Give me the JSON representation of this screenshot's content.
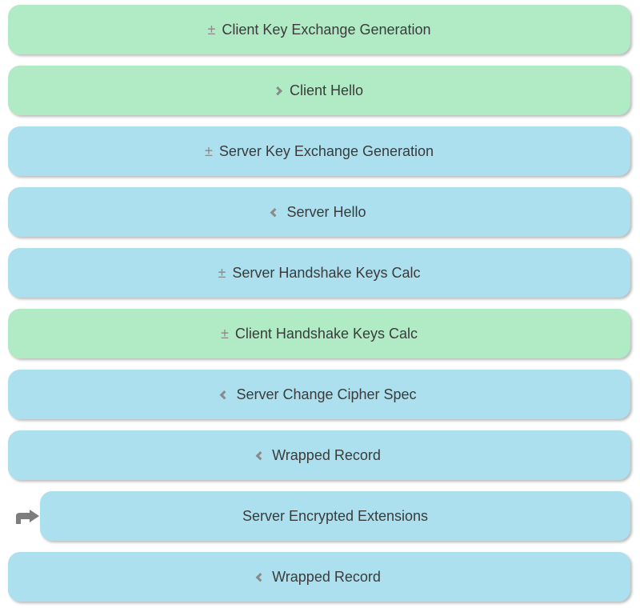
{
  "page": {
    "background": "#ffffff",
    "description_title": "TLS record flow"
  },
  "colors": {
    "client_record": "#b0ebc6",
    "server_record": "#ace0ee",
    "text": "#3b3b3b",
    "icon_gray": "#8a8a8a",
    "selected_arrow": "#7d7d7d"
  },
  "icons": {
    "plus_minus": "±",
    "chevron_right": "❯",
    "chevron_left": "❮",
    "selected_arrow": "➥"
  },
  "records": [
    {
      "label": "Client Key Exchange Generation",
      "actor": "client",
      "icon": "plus-minus",
      "selected": false
    },
    {
      "label": "Client Hello",
      "actor": "client",
      "icon": "chevron-right",
      "selected": false
    },
    {
      "label": "Server Key Exchange Generation",
      "actor": "server",
      "icon": "plus-minus",
      "selected": false
    },
    {
      "label": "Server Hello",
      "actor": "server",
      "icon": "chevron-left",
      "selected": false
    },
    {
      "label": "Server Handshake Keys Calc",
      "actor": "server",
      "icon": "plus-minus",
      "selected": false
    },
    {
      "label": "Client Handshake Keys Calc",
      "actor": "client",
      "icon": "plus-minus",
      "selected": false
    },
    {
      "label": "Server Change Cipher Spec",
      "actor": "server",
      "icon": "chevron-left",
      "selected": false
    },
    {
      "label": "Wrapped Record",
      "actor": "server",
      "icon": "chevron-left",
      "selected": false
    },
    {
      "label": "Server Encrypted Extensions",
      "actor": "server",
      "icon": "none",
      "selected": true
    },
    {
      "label": "Wrapped Record",
      "actor": "server",
      "icon": "chevron-left",
      "selected": false
    }
  ]
}
